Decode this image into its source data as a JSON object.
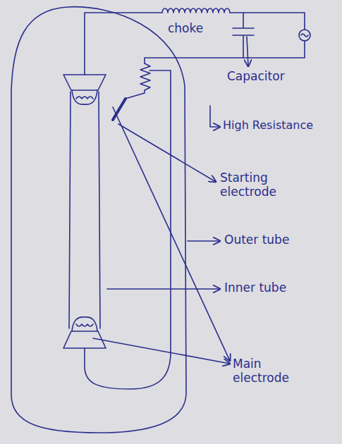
{
  "diagram": {
    "labels": [
      "choke",
      "Capacitor",
      "High Resistance",
      "Starting electrode",
      "Outer tube",
      "Inner tube",
      "Main electrode"
    ]
  }
}
